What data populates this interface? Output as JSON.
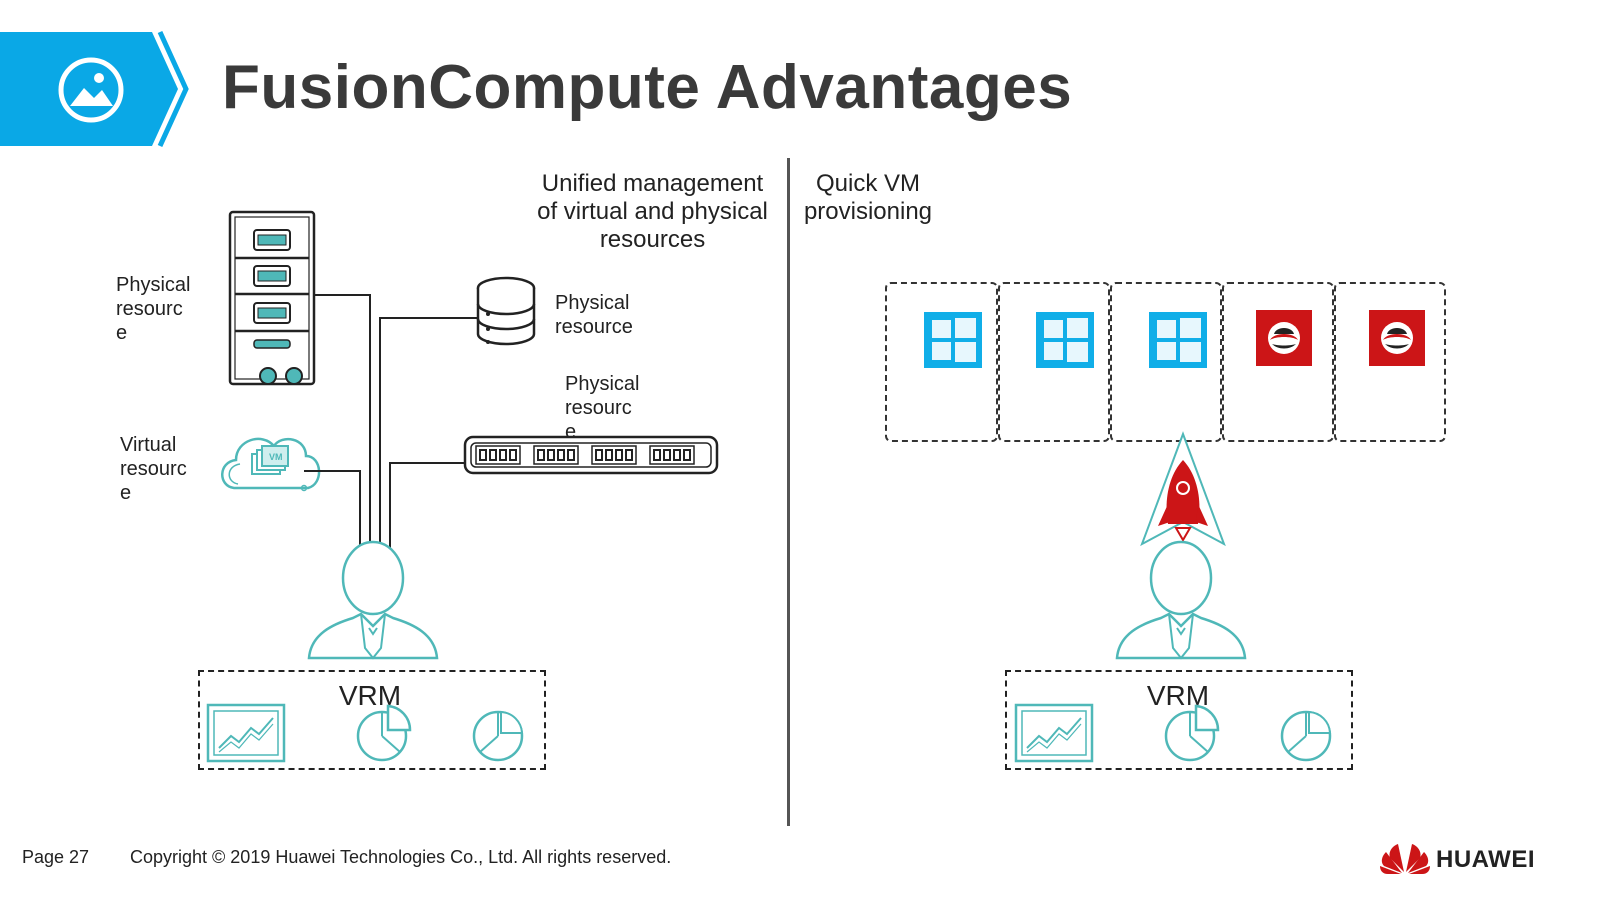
{
  "slide": {
    "title": "FusionCompute Advantages",
    "header_icon": "image-icon",
    "accent_color": "#0aa8e6"
  },
  "left_panel": {
    "heading": "Unified management of virtual and physical resources",
    "labels": {
      "server": "Physical resourc e",
      "storage": "Physical resource",
      "switch": "Physical resourc e",
      "cloud": "Virtual resourc e"
    },
    "vrm_label": "VRM"
  },
  "right_panel": {
    "heading": "Quick VM provisioning",
    "vm_os": [
      "windows",
      "windows",
      "windows",
      "redhat",
      "redhat"
    ],
    "vrm_label": "VRM"
  },
  "footer": {
    "page": "Page 27",
    "copyright": "Copyright © 2019 Huawei Technologies Co., Ltd. All rights reserved.",
    "brand": "HUAWEI"
  },
  "colors": {
    "teal": "#4fb8b8",
    "windows_blue": "#10aee8",
    "redhat_red": "#cc1517"
  }
}
